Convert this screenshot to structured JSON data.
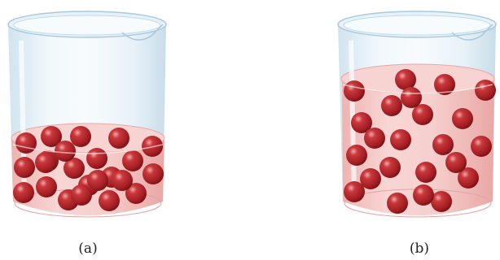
{
  "panels": [
    {
      "id": "a",
      "label": "(a)",
      "particle_count": 23,
      "liquid_level": "low"
    },
    {
      "id": "b",
      "label": "(b)",
      "particle_count": 23,
      "liquid_level": "high"
    }
  ],
  "colors": {
    "liquid": "#f4c6c4",
    "liquid_edge": "#e8a7a5",
    "glass": "#dcebf4",
    "glass_edge": "#a9c9dd",
    "particle": "#b3262b",
    "particle_dark": "#6e0f12",
    "particle_highlight": "#f0a8a8"
  }
}
